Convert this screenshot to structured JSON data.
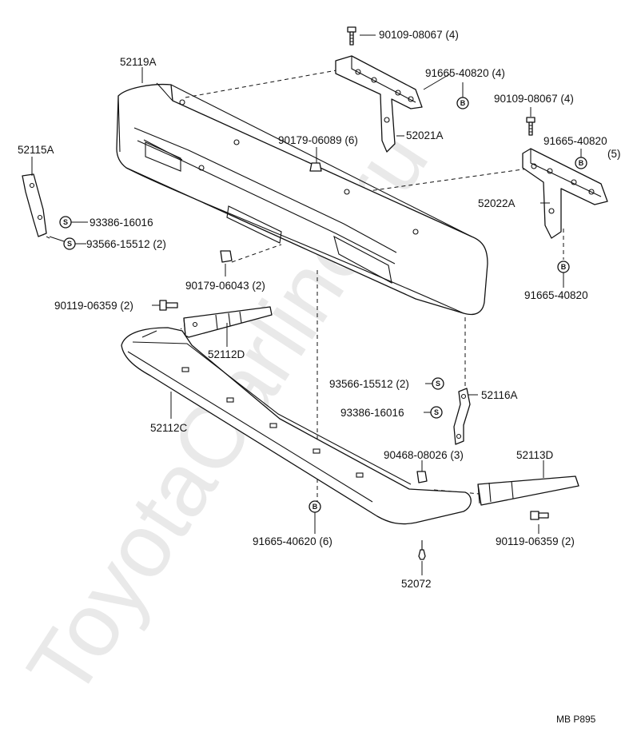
{
  "watermark": "ToyotaCarline.ru",
  "figure_code": "MB P895",
  "labels": {
    "bumper_cover": "52119A",
    "bolt_top_1": "90109-08067 (4)",
    "nut_b_top_1": "91665-40820 (4)",
    "bolt_top_2": "90109-08067 (4)",
    "nut_b_right_1": "91665-40820",
    "nut_b_right_1_qty": "(5)",
    "clip_top": "90179-06089 (6)",
    "arm_left": "52021A",
    "arm_right": "52022A",
    "nut_b_right_2": "91665-40820",
    "bracket_left": "52115A",
    "screw_s_left_1": "93386-16016",
    "screw_s_left_2": "93566-15512 (2)",
    "clip_mid": "90179-06043 (2)",
    "bolt_left": "90119-06359 (2)",
    "extension_left": "52112D",
    "lower_cover": "52112C",
    "screw_s_right_1": "93566-15512 (2)",
    "bracket_right": "52116A",
    "screw_s_right_2": "93386-16016",
    "clip_lower": "90468-08026 (3)",
    "extension_right": "52113D",
    "bolt_right": "90119-06359 (2)",
    "nut_b_bottom": "91665-40620 (6)",
    "grommet": "52072"
  },
  "symbols": {
    "nut_b": "B",
    "screw_s": "S"
  }
}
